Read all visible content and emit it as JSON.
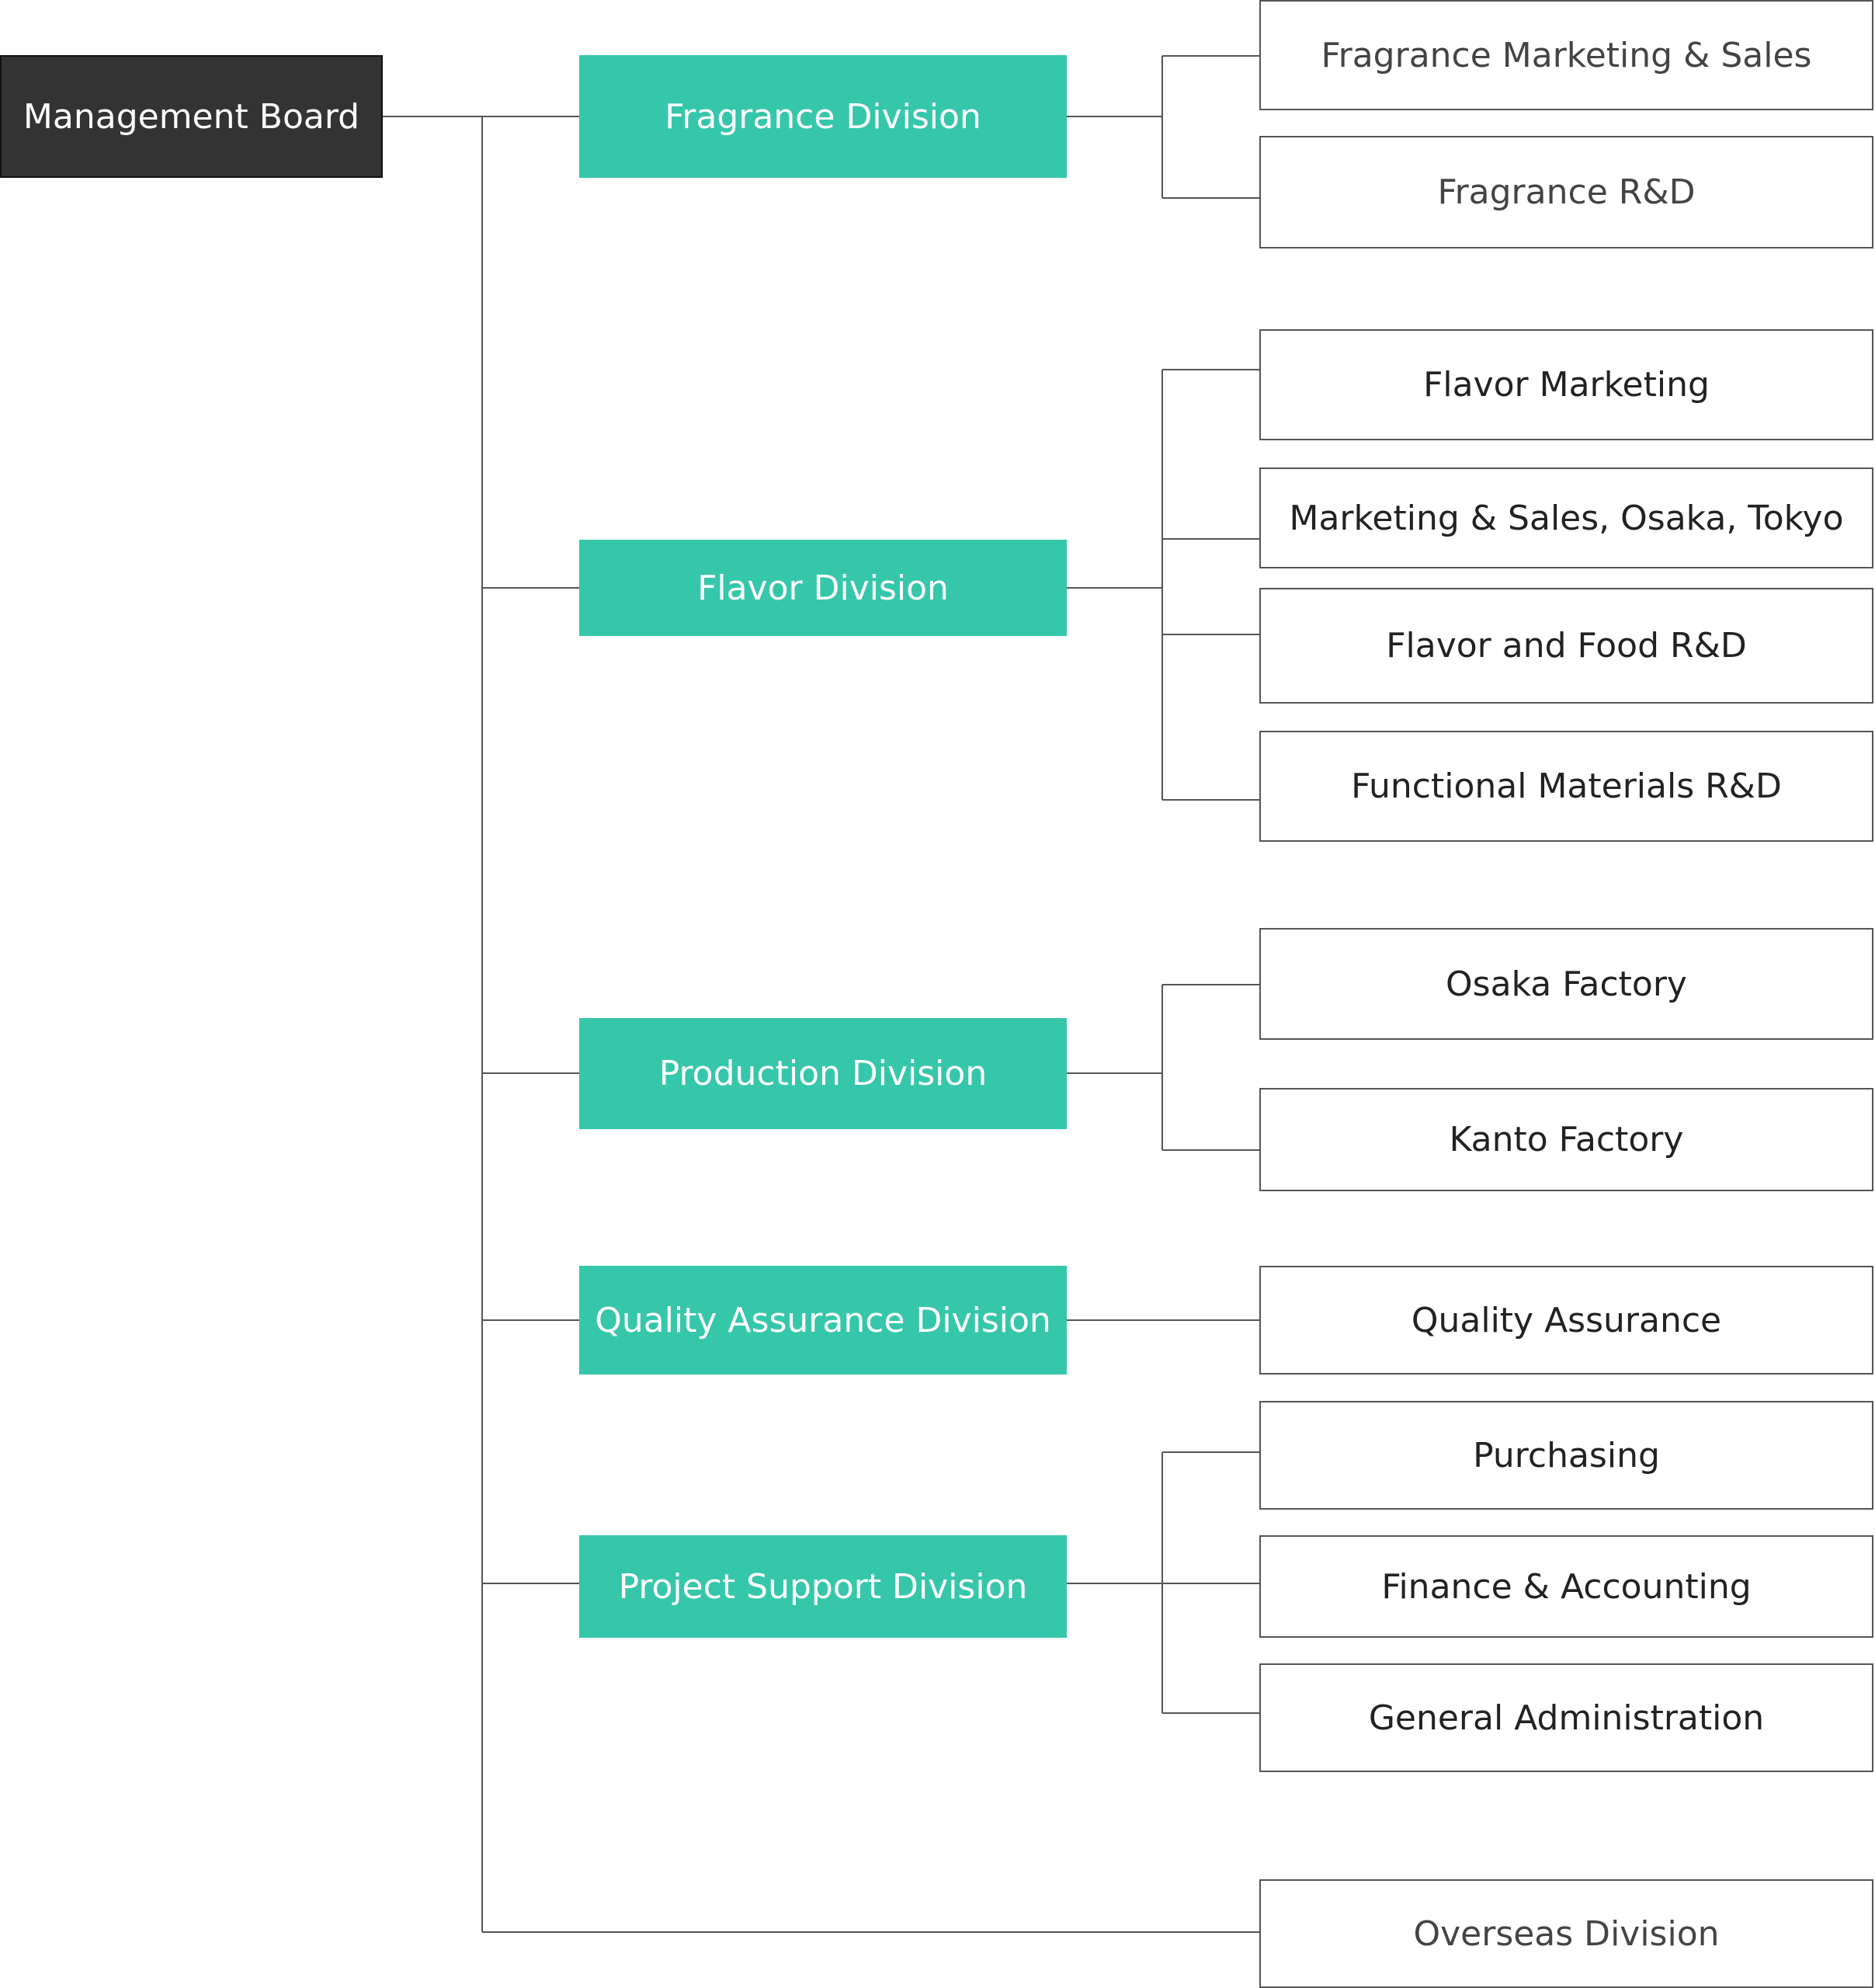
{
  "org_chart": {
    "root": {
      "label": "Management Board"
    },
    "divisions": {
      "fragrance": {
        "label": "Fragrance Division",
        "units": [
          "Fragrance Marketing & Sales",
          "Fragrance R&D"
        ]
      },
      "flavor": {
        "label": "Flavor Division",
        "units": [
          "Flavor Marketing",
          "Marketing & Sales, Osaka, Tokyo",
          "Flavor and Food R&D",
          "Functional Materials R&D"
        ]
      },
      "production": {
        "label": "Production Division",
        "units": [
          "Osaka Factory",
          "Kanto Factory"
        ]
      },
      "quality": {
        "label": "Quality Assurance Division",
        "units": [
          "Quality Assurance"
        ]
      },
      "project_support": {
        "label": "Project Support Division",
        "units": [
          "Purchasing",
          "Finance & Accounting",
          "General Administration"
        ]
      }
    },
    "overseas": {
      "label": "Overseas Division"
    },
    "colors": {
      "root_fill": "#333333",
      "division_fill": "#36c7ab",
      "unit_border": "#555555",
      "connector": "#555555"
    }
  }
}
